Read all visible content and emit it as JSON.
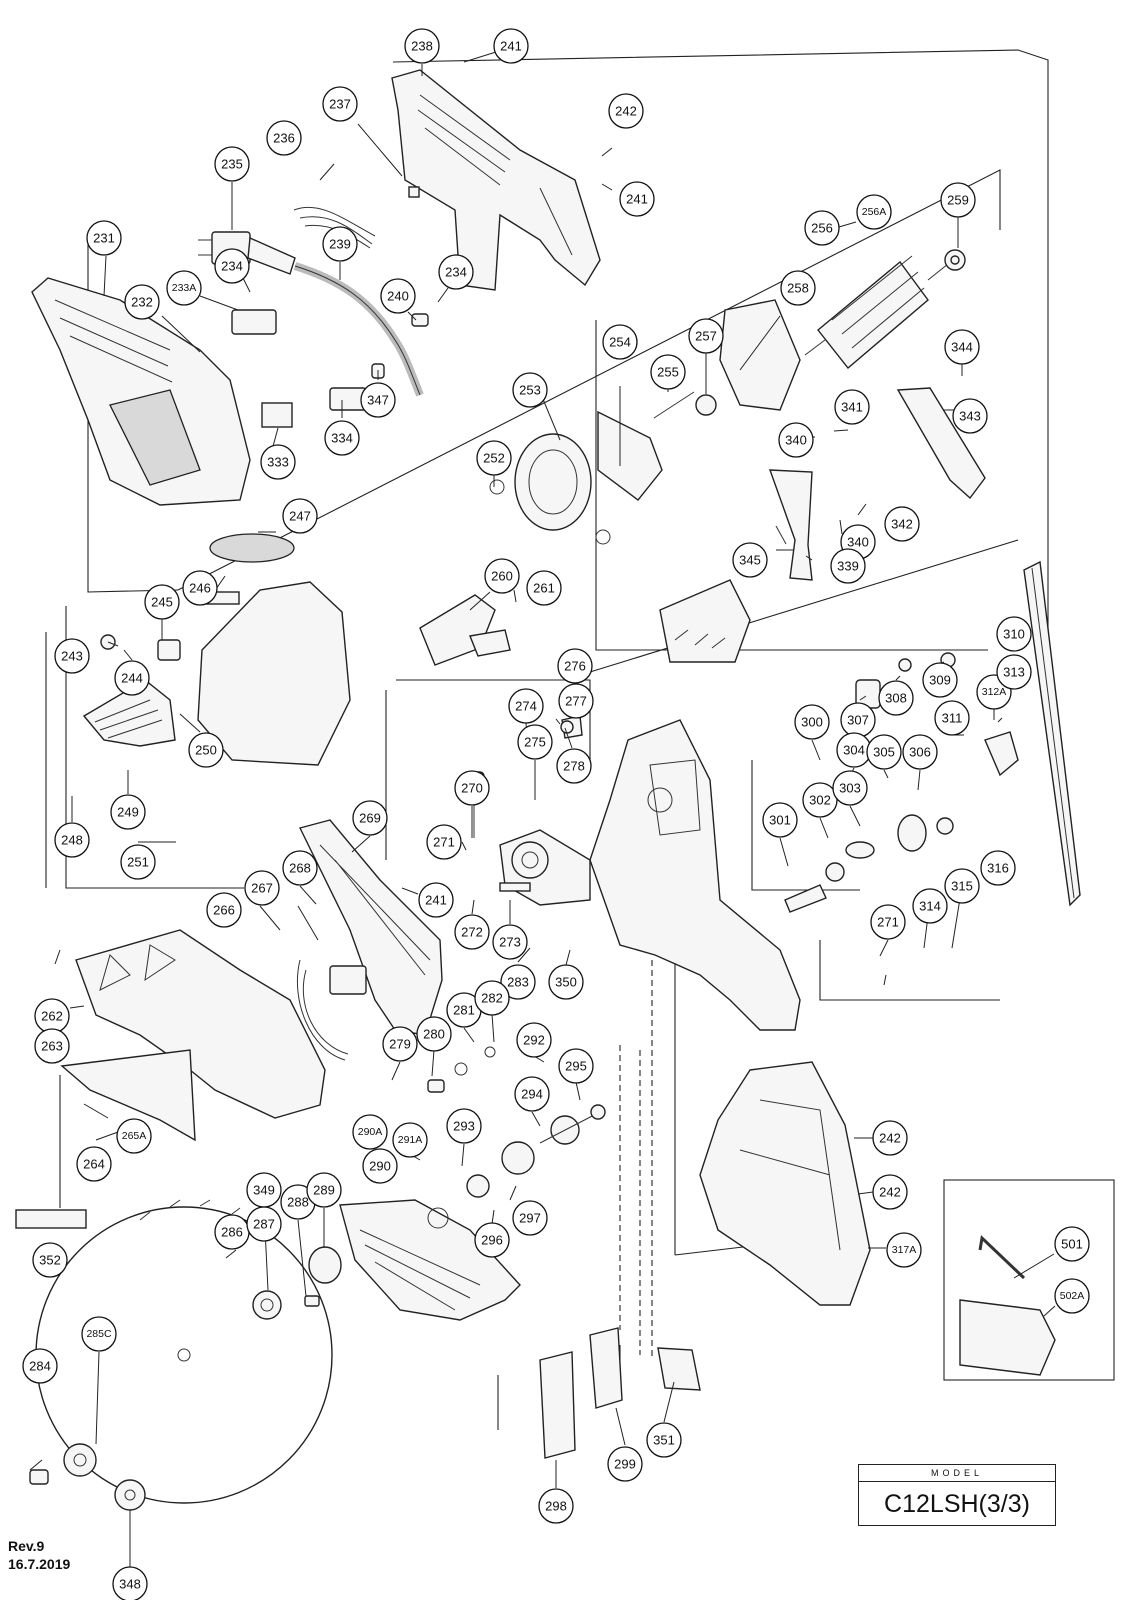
{
  "revision": "Rev.9",
  "date": "16.7.2019",
  "model": {
    "caption": "MODEL",
    "name": "C12LSH(3/3)"
  },
  "callouts": [
    "238",
    "241",
    "242",
    "241",
    "237",
    "236",
    "235",
    "231",
    "233A",
    "234",
    "232",
    "239",
    "234",
    "240",
    "347",
    "333",
    "334",
    "256A",
    "256",
    "259",
    "258",
    "257",
    "254",
    "255",
    "253",
    "252",
    "344",
    "341",
    "343",
    "340",
    "342",
    "340",
    "345",
    "339",
    "247",
    "246",
    "245",
    "243",
    "244",
    "250",
    "249",
    "248",
    "251",
    "260",
    "261",
    "310",
    "309",
    "308",
    "307",
    "276",
    "277",
    "274",
    "275",
    "278",
    "312A",
    "313",
    "311",
    "300",
    "304",
    "305",
    "306",
    "301",
    "302",
    "303",
    "270",
    "271",
    "272",
    "273",
    "269",
    "268",
    "267",
    "266",
    "241",
    "262",
    "263",
    "265A",
    "264",
    "352",
    "283",
    "350",
    "281",
    "282",
    "279",
    "280",
    "290A",
    "292",
    "295",
    "294",
    "293",
    "291A",
    "290",
    "297",
    "296",
    "349",
    "286",
    "287",
    "288",
    "289",
    "285C",
    "284",
    "348",
    "271",
    "314",
    "315",
    "316",
    "242",
    "242",
    "317A",
    "501",
    "502A",
    "351",
    "298",
    "299"
  ]
}
